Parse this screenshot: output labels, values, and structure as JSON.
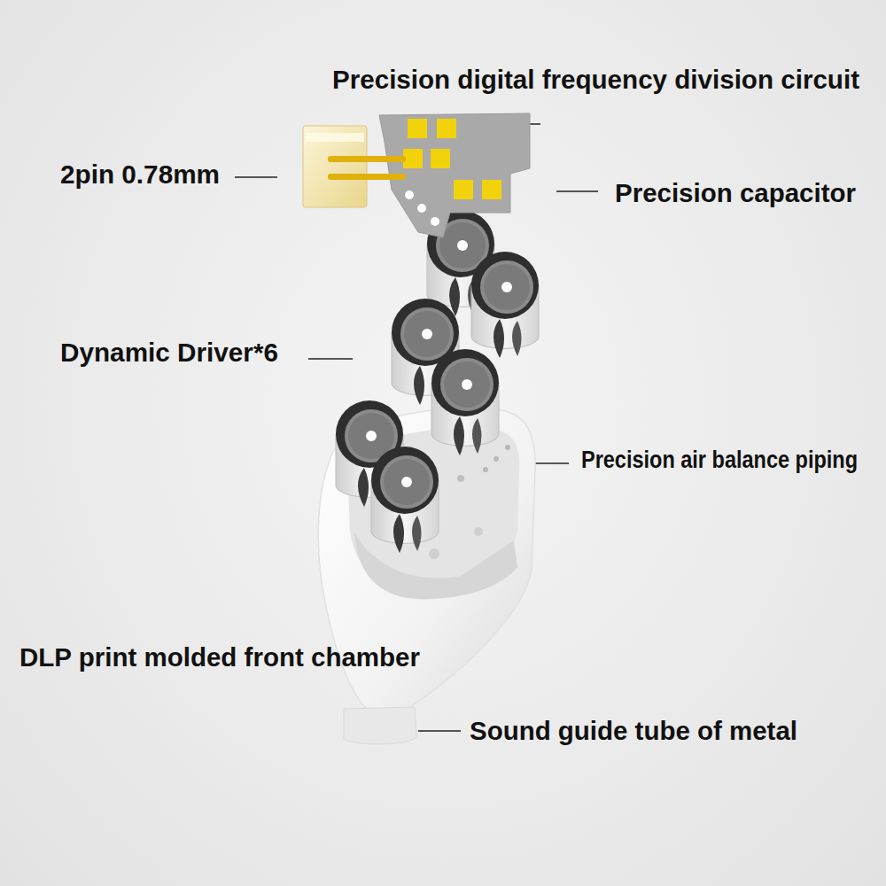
{
  "diagram": {
    "labels": [
      "Precision digital frequency division circuit",
      "2pin 0.78mm",
      "Precision capacitor",
      "Dynamic Driver*6",
      "Precision air balance piping",
      "DLP print molded front chamber",
      "Sound guide tube of metal"
    ]
  }
}
